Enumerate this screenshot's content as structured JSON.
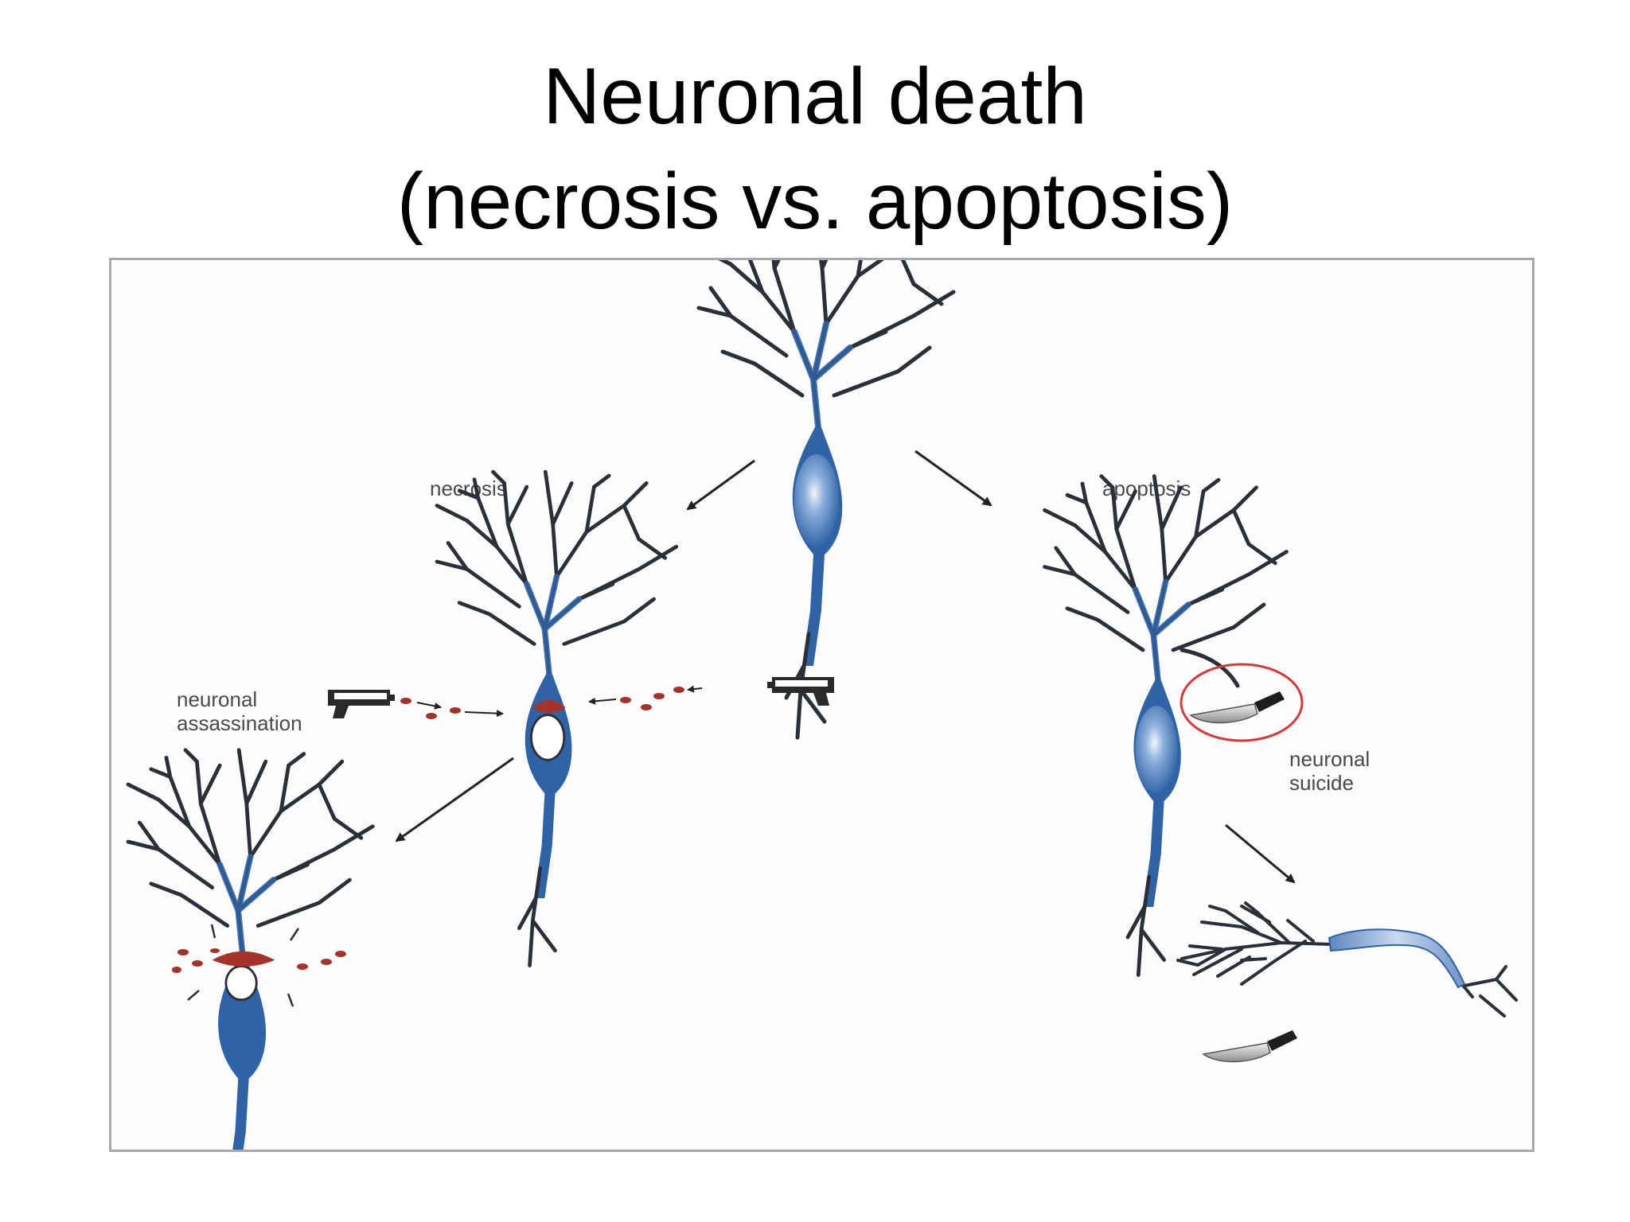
{
  "slide": {
    "title_line1": "Neuronal death",
    "title_line2": "(necrosis vs. apoptosis)"
  },
  "diagram": {
    "necrosis_label": "necrosis",
    "apoptosis_label": "apoptosis",
    "assassination_label_line1": "neuronal",
    "assassination_label_line2": "assassination",
    "suicide_label_line1": "neuronal",
    "suicide_label_line2": "suicide"
  },
  "colors": {
    "dendrite": "#2b2f38",
    "soma_blue": "#2f63a6",
    "soma_highlight": "#dbe6f5",
    "damage_red": "#a3332b",
    "circle_red": "#d83a3a",
    "arrow": "#222222"
  }
}
